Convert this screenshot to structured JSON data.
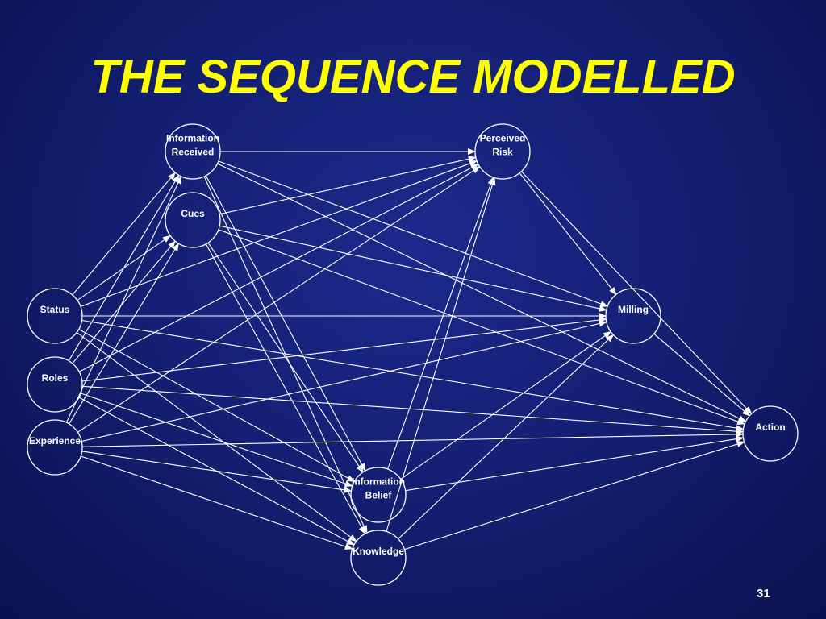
{
  "title": "THE SEQUENCE MODELLED",
  "page_number": "31",
  "colors": {
    "title": "#ffff00",
    "lines": "#ffffff",
    "background": "#142074"
  },
  "nodes": [
    {
      "id": "info_received",
      "lines": [
        "Information",
        "Received"
      ]
    },
    {
      "id": "cues",
      "lines": [
        "Cues"
      ]
    },
    {
      "id": "status",
      "lines": [
        "Status"
      ]
    },
    {
      "id": "roles",
      "lines": [
        "Roles"
      ]
    },
    {
      "id": "experience",
      "lines": [
        "Experience"
      ]
    },
    {
      "id": "perceived_risk",
      "lines": [
        "Perceived",
        "Risk"
      ]
    },
    {
      "id": "milling",
      "lines": [
        "Milling"
      ]
    },
    {
      "id": "action",
      "lines": [
        "Action"
      ]
    },
    {
      "id": "info_belief",
      "lines": [
        "Information",
        "Belief"
      ]
    },
    {
      "id": "knowledge",
      "lines": [
        "Knowledge"
      ]
    }
  ],
  "edges": [
    [
      "status",
      "info_received"
    ],
    [
      "status",
      "cues"
    ],
    [
      "status",
      "perceived_risk"
    ],
    [
      "status",
      "milling"
    ],
    [
      "status",
      "action"
    ],
    [
      "status",
      "info_belief"
    ],
    [
      "status",
      "knowledge"
    ],
    [
      "roles",
      "info_received"
    ],
    [
      "roles",
      "cues"
    ],
    [
      "roles",
      "perceived_risk"
    ],
    [
      "roles",
      "milling"
    ],
    [
      "roles",
      "action"
    ],
    [
      "roles",
      "info_belief"
    ],
    [
      "roles",
      "knowledge"
    ],
    [
      "experience",
      "info_received"
    ],
    [
      "experience",
      "cues"
    ],
    [
      "experience",
      "perceived_risk"
    ],
    [
      "experience",
      "milling"
    ],
    [
      "experience",
      "action"
    ],
    [
      "experience",
      "info_belief"
    ],
    [
      "experience",
      "knowledge"
    ],
    [
      "info_received",
      "perceived_risk"
    ],
    [
      "info_received",
      "milling"
    ],
    [
      "info_received",
      "action"
    ],
    [
      "info_received",
      "info_belief"
    ],
    [
      "info_received",
      "knowledge"
    ],
    [
      "cues",
      "perceived_risk"
    ],
    [
      "cues",
      "milling"
    ],
    [
      "cues",
      "action"
    ],
    [
      "cues",
      "info_belief"
    ],
    [
      "cues",
      "knowledge"
    ],
    [
      "info_belief",
      "perceived_risk"
    ],
    [
      "info_belief",
      "milling"
    ],
    [
      "info_belief",
      "action"
    ],
    [
      "knowledge",
      "perceived_risk"
    ],
    [
      "knowledge",
      "milling"
    ],
    [
      "knowledge",
      "action"
    ],
    [
      "perceived_risk",
      "milling"
    ],
    [
      "perceived_risk",
      "action"
    ],
    [
      "milling",
      "action"
    ]
  ]
}
